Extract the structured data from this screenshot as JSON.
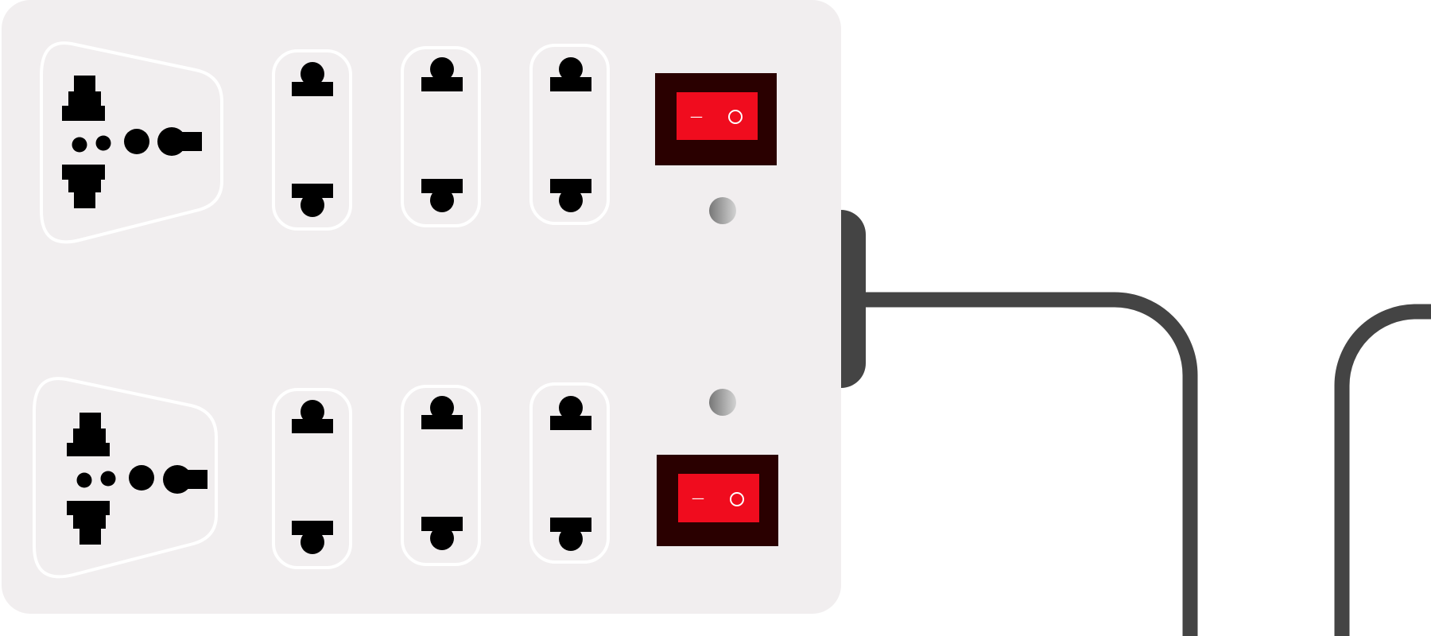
{
  "colors": {
    "background": "#ffffff",
    "strip_body": "#f1eeef",
    "socket_outline": "#ffffff",
    "socket_hole": "#000000",
    "cable": "#444444",
    "switch_housing": "#2a0000",
    "switch_rocker": "#f00c1e",
    "switch_mark": "#ffffff",
    "indicator_dark": "#777777",
    "indicator_light": "#d2d2d2"
  },
  "rows": [
    {
      "universal_socket": {
        "icon": "universal-socket-icon"
      },
      "two_pin_sockets": [
        {
          "icon": "two-pin-socket-icon"
        },
        {
          "icon": "two-pin-socket-icon"
        },
        {
          "icon": "two-pin-socket-icon"
        }
      ],
      "switch": {
        "state": "off",
        "off_mark": "—",
        "on_mark": "○"
      },
      "indicator": {
        "state": "off"
      }
    },
    {
      "universal_socket": {
        "icon": "universal-socket-icon"
      },
      "two_pin_sockets": [
        {
          "icon": "two-pin-socket-icon"
        },
        {
          "icon": "two-pin-socket-icon"
        },
        {
          "icon": "two-pin-socket-icon"
        }
      ],
      "switch": {
        "state": "off",
        "off_mark": "—",
        "on_mark": "○"
      },
      "indicator": {
        "state": "off"
      }
    }
  ],
  "cables": [
    {
      "name": "power-cable"
    },
    {
      "name": "second-cable"
    }
  ]
}
